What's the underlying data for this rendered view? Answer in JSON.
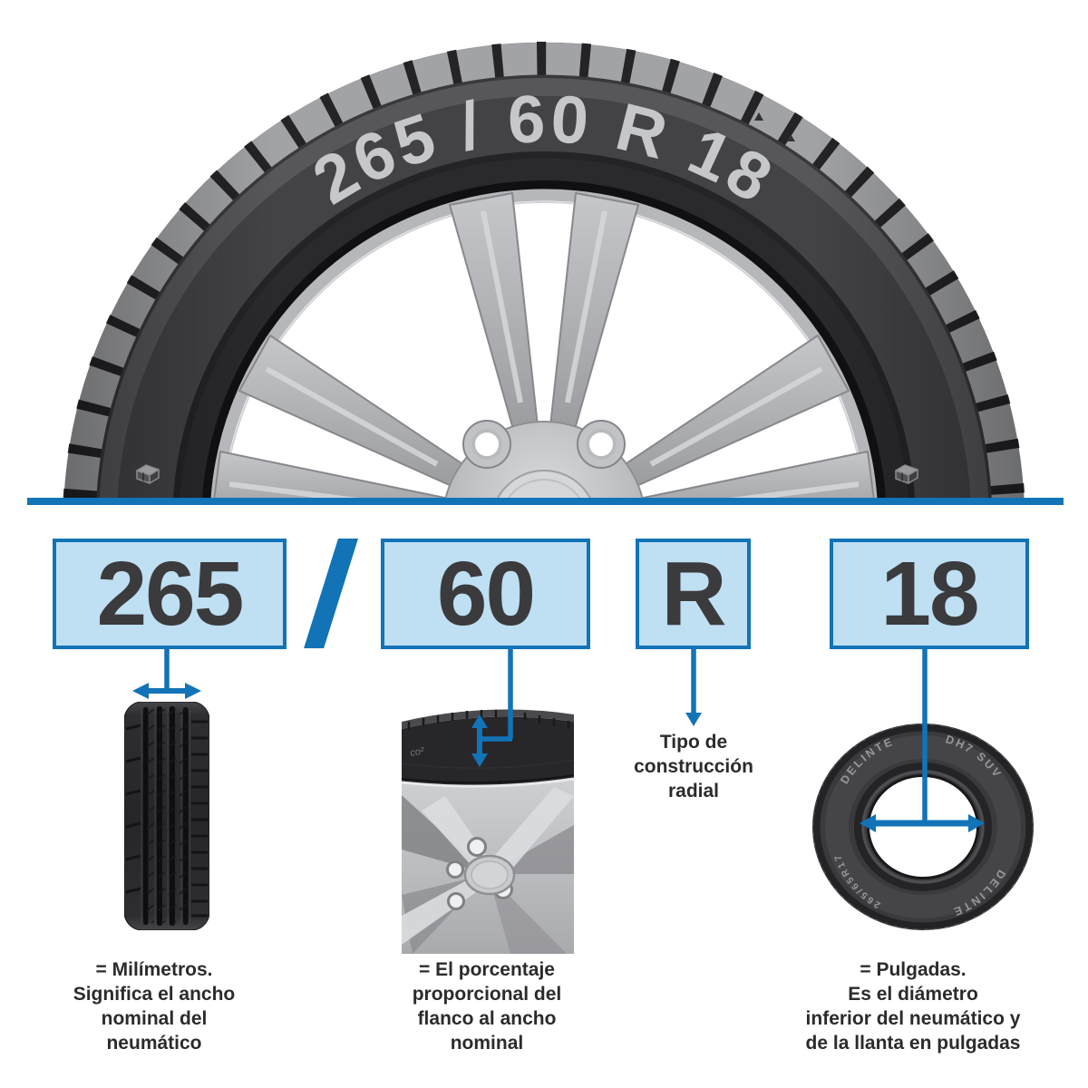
{
  "palette": {
    "accent_blue": "#1273b7",
    "box_fill": "#bfdff3",
    "number_text": "#3b3b3d",
    "caption_text": "#2b2b2b"
  },
  "tire_photo": {
    "sidewall_label": "265 / 60 R 18"
  },
  "code_row": {
    "width": {
      "value": "265"
    },
    "separator": "/",
    "aspect": {
      "value": "60"
    },
    "construction": {
      "value": "R"
    },
    "diameter": {
      "value": "18"
    }
  },
  "explanations": {
    "width_caption": "= Milímetros.\nSignifica el ancho\nnominal del\nneumático",
    "aspect_caption": "= El porcentaje\nproporcional del\nflanco al ancho\nnominal",
    "construction_caption": "Tipo de\nconstrucción\nradial",
    "diameter_caption": "= Pulgadas.\nEs el diámetro\ninferior del neumático y\nde la llanta en pulgadas"
  },
  "side_tire_markings": {
    "brand_top_left": "DELINTE",
    "model_top_right": "DH7 SUV",
    "brand_bottom_right": "DELINTE",
    "size_bottom_left": "265/65R17"
  },
  "wheel_closeup": {
    "sidewall_text": "co²"
  }
}
